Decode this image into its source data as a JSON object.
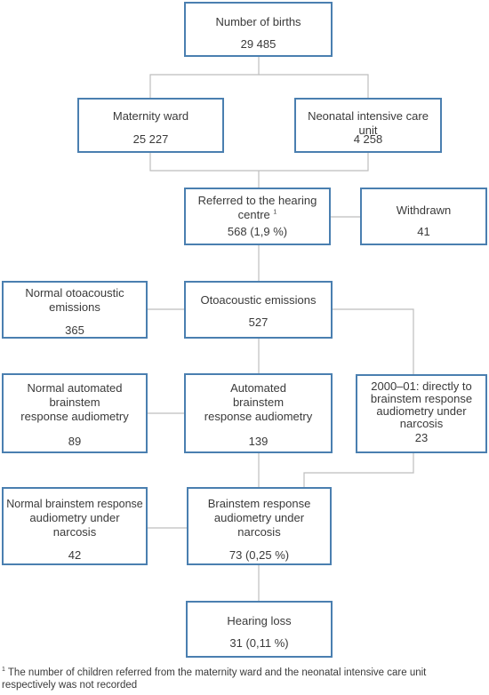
{
  "boxes": {
    "births": {
      "label": "Number of births",
      "value": "29 485"
    },
    "maternity": {
      "label": "Maternity ward",
      "value": "25 227"
    },
    "nicu": {
      "label": "Neonatal intensive care unit",
      "value": "4 258"
    },
    "referred": {
      "label": "Referred to the hearing centre",
      "sup": "1",
      "value": "568 (1,9 %)"
    },
    "withdrawn": {
      "label": "Withdrawn",
      "value": "41"
    },
    "normal_oae": {
      "label_line1": "Normal otoacoustic",
      "label_line2": "emissions",
      "value": "365"
    },
    "oae": {
      "label": "Otoacoustic emissions",
      "value": "527"
    },
    "normal_aabr": {
      "label_line1": "Normal automated",
      "label_line2": "brainstem",
      "label_line3": "response audiometry",
      "value": "89"
    },
    "aabr": {
      "label_line1": "Automated",
      "label_line2": "brainstem",
      "label_line3": "response audiometry",
      "value": "139"
    },
    "direct": {
      "label_line1": "2000–01: directly to",
      "label_line2": "brainstem response",
      "label_line3": "audiometry under",
      "label_line4": "narcosis",
      "value": "23"
    },
    "normal_bera": {
      "label_line1": "Normal brainstem response",
      "label_line2": "audiometry under",
      "label_line3": "narcosis",
      "value": "42"
    },
    "bera": {
      "label_line1": "Brainstem response",
      "label_line2": "audiometry under",
      "label_line3": "narcosis",
      "value": "73 (0,25 %)"
    },
    "hearing_loss": {
      "label": "Hearing loss",
      "value": "31 (0,11 %)"
    }
  },
  "footnote": {
    "marker": "1",
    "line1": "The number of children referred from the maternity ward and the neonatal intensive care unit",
    "line2": "respectively was not recorded"
  },
  "colors": {
    "box_border": "#4a7fb0",
    "connector": "#bdbdbd",
    "text": "#3a3a3a"
  }
}
